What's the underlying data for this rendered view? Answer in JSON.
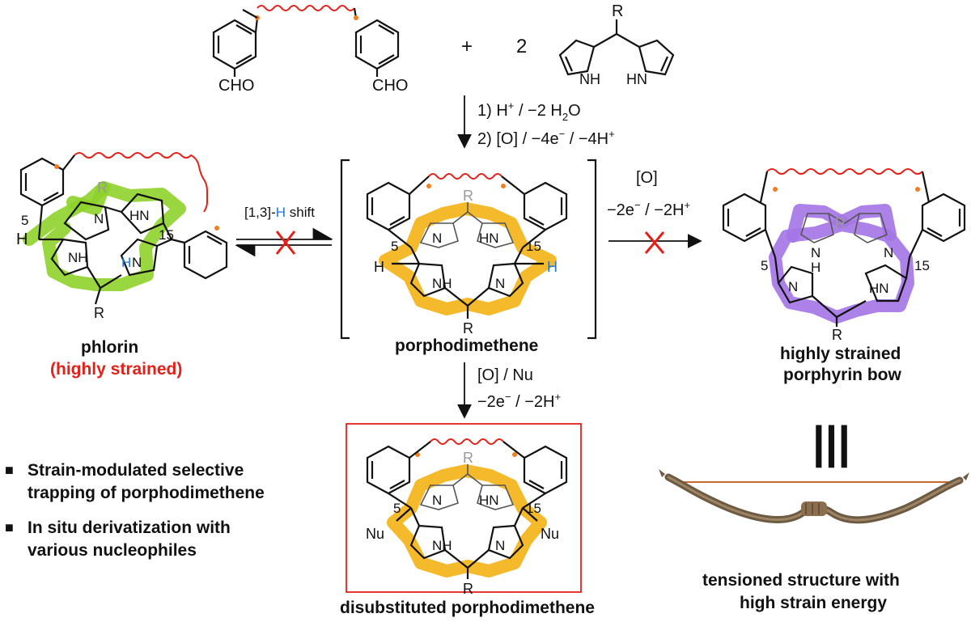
{
  "reagents": {
    "cho_left": "CHO",
    "cho_right": "CHO",
    "plus": "+",
    "coefficient": "2",
    "r_dipyrro": "R",
    "nh_left": "NH",
    "hn_right": "HN"
  },
  "step1": {
    "line1_prefix": "1) H",
    "line1_sup": "+",
    "line1_mid": " / −2 H",
    "line1_sub": "2",
    "line1_end": "O",
    "line2_prefix": "2) [O] / −4e",
    "line2_sup1": "−",
    "line2_mid": " / −4H",
    "line2_sup2": "+"
  },
  "shift": {
    "prefix": "[1,3]-",
    "h": "H",
    "suffix": " shift"
  },
  "oxidation_right": {
    "line1": "[O]",
    "line2_prefix": "−2e",
    "line2_sup1": "−",
    "line2_mid": " / −2H",
    "line2_sup2": "+"
  },
  "oxidation_down": {
    "line1": "[O] / Nu",
    "line2_prefix": "−2e",
    "line2_sup1": "−",
    "line2_mid": " / −2H",
    "line2_sup2": "+"
  },
  "phlorin": {
    "name": "phlorin",
    "note": "(highly strained)",
    "pos5": "5",
    "pos15": "15",
    "h": "H",
    "r_top": "R",
    "r_bottom": "R",
    "n_top": "N",
    "hn_top": "HN",
    "nh_bottom": "NH",
    "hn_bottom_h": "H",
    "hn_bottom_n": "N"
  },
  "porphodimethene": {
    "name": "porphodimethene",
    "pos5": "5",
    "pos15": "15",
    "h_left": "H",
    "h_right": "H",
    "r_top": "R",
    "r_bottom": "R",
    "n_top": "N",
    "hn_top": "HN",
    "nh_bottom": "NH",
    "n_bottom": "N"
  },
  "bow_porphyrin": {
    "name_line1": "highly strained",
    "name_line2": "porphyrin bow",
    "pos5": "5",
    "pos15": "15",
    "r_top": "R",
    "r_bottom": "R",
    "nh_top_n": "N",
    "nh_top_h": "H",
    "n_top": "N",
    "n_bottom": "N",
    "hn_bottom": "HN"
  },
  "disubstituted": {
    "name": "disubstituted porphodimethene",
    "pos5": "5",
    "pos15": "15",
    "nu_left": "Nu",
    "nu_right": "Nu",
    "r_top": "R",
    "r_bottom": "R",
    "n_top": "N",
    "hn_top": "HN",
    "nh_bottom": "NH",
    "n_bottom": "N"
  },
  "equivalence": "|||",
  "bow_caption": {
    "line1": "tensioned structure with",
    "line2": "high strain energy"
  },
  "bullets": [
    {
      "marker": "■",
      "line1": "Strain-modulated selective",
      "line2": "trapping of porphodimethene"
    },
    {
      "marker": "■",
      "line1": "In situ derivatization with",
      "line2": "various nucleophiles"
    }
  ],
  "colors": {
    "accent_red": "#e32119",
    "highlight_yellow": "#f3b315",
    "highlight_green": "#8fd22a",
    "highlight_purple": "#a374e6",
    "label_blue": "#1f77d4"
  }
}
